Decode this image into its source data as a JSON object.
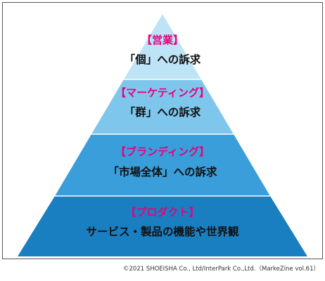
{
  "tiers": [
    {
      "title": "【営業】",
      "desc": "「個」への訴求",
      "fill": "#bde3f6",
      "title_color": "#e8007d"
    },
    {
      "title": "【マーケティング】",
      "desc": "「群」への訴求",
      "fill": "#7fc6ec",
      "title_color": "#e8007d"
    },
    {
      "title": "【ブランディング】",
      "desc": "「市場全体」への訴求",
      "fill": "#3a9edb",
      "title_color": "#e8007d"
    },
    {
      "title": "【プロダクト】",
      "desc": "サービス・製品の機能や世界観",
      "fill": "#1a7fc0",
      "title_color": "#e8007d"
    }
  ],
  "copyright": "©2021 SHOEISHA Co., Ltd/InterPark Co.,Ltd.（MarkeZine vol.61）",
  "frame_color": "#555555"
}
